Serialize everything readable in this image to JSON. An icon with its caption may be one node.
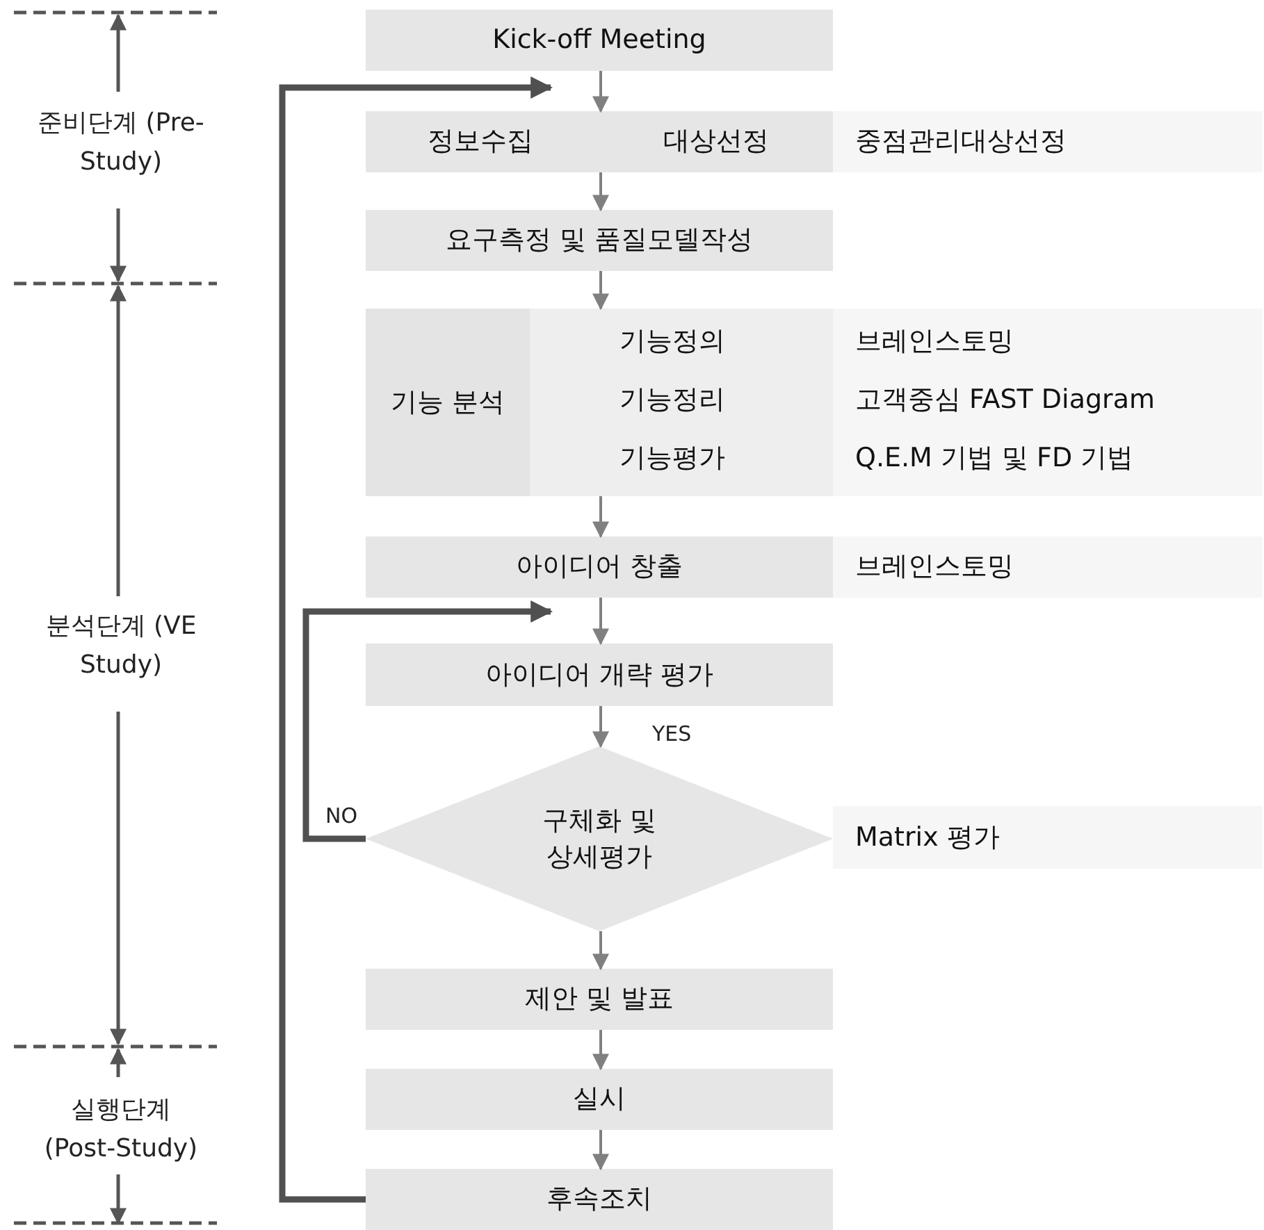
{
  "diagram": {
    "nodes": [
      {
        "text": [
          "Kick-off Meeting"
        ]
      },
      {
        "text": [
          "정보수집",
          "대상선정"
        ]
      },
      {
        "text": [
          "중점관리대상선정"
        ]
      },
      {
        "text": [
          "요구측정 및 품질모델작성"
        ]
      },
      {
        "text": [
          "기능 분석"
        ]
      },
      {
        "text": [
          "기능정의",
          "기능정리",
          "기능평가"
        ]
      },
      {
        "text": [
          "브레인스토밍",
          "고객중심 FAST Diagram",
          "Q.E.M 기법 및 FD 기법"
        ]
      },
      {
        "text": [
          "아이디어 창출"
        ]
      },
      {
        "text": [
          "브레인스토밍"
        ]
      },
      {
        "text": [
          "아이디어 개략 평가"
        ]
      },
      {
        "text": [
          "구체화 및 상세평가"
        ]
      },
      {
        "text": [
          "Matrix 평가"
        ]
      },
      {
        "text": [
          "제안 및 발표"
        ]
      },
      {
        "text": [
          "실시"
        ]
      },
      {
        "text": [
          "후속조치"
        ]
      }
    ],
    "edges": [
      {
        "from": 0,
        "to": 1,
        "arrow": "to"
      },
      {
        "from": 1,
        "to": 3,
        "arrow": "to"
      },
      {
        "from": 3,
        "to": 5,
        "arrow": "to"
      },
      {
        "from": 5,
        "to": 7,
        "arrow": "to"
      },
      {
        "from": 7,
        "to": 9,
        "arrow": "to"
      },
      {
        "from": 9,
        "to": 10,
        "arrow": "to",
        "label": "YES"
      },
      {
        "from": 10,
        "to": 9,
        "arrow": "to",
        "label": "NO",
        "style": "thick",
        "color": "#505050"
      },
      {
        "from": 10,
        "to": 12,
        "arrow": "to"
      },
      {
        "from": 12,
        "to": 13,
        "arrow": "to"
      },
      {
        "from": 13,
        "to": 14,
        "arrow": "to"
      },
      {
        "from": 14,
        "to": 1,
        "arrow": "to",
        "style": "thick",
        "color": "#505050"
      }
    ],
    "labels": [
      "준비단계 (Pre-Study)",
      "분석단계 (VE Study)",
      "실행단계 (Post-Study)"
    ]
  }
}
